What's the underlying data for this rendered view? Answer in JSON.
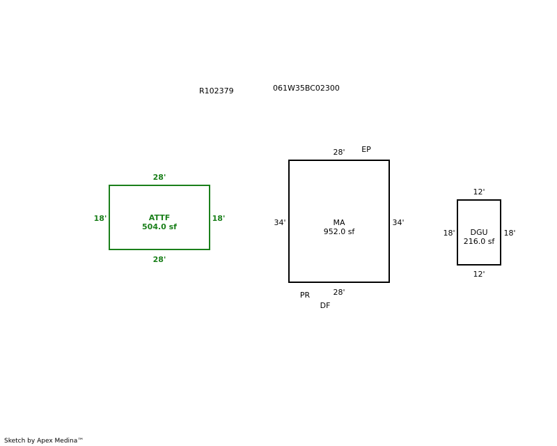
{
  "header": {
    "account_id": "R102379",
    "map_tax_lot": "061W35BC02300"
  },
  "areas": {
    "attf": {
      "code": "ATTF",
      "area": "504.0 sf",
      "top": "28'",
      "bottom": "28'",
      "left": "18'",
      "right": "18'",
      "color": "#1a7f1a"
    },
    "ma": {
      "code": "MA",
      "area": "952.0 sf",
      "top": "28'",
      "bottom": "28'",
      "left": "34'",
      "right": "34'",
      "color": "#000000"
    },
    "dgu": {
      "code": "DGU",
      "area": "216.0 sf",
      "top": "12'",
      "bottom": "12'",
      "left": "18'",
      "right": "18'",
      "color": "#000000"
    }
  },
  "annotations": {
    "ep": "EP",
    "pr": "PR",
    "df": "DF"
  },
  "footer": {
    "credit": "Sketch by Apex Medina™"
  }
}
